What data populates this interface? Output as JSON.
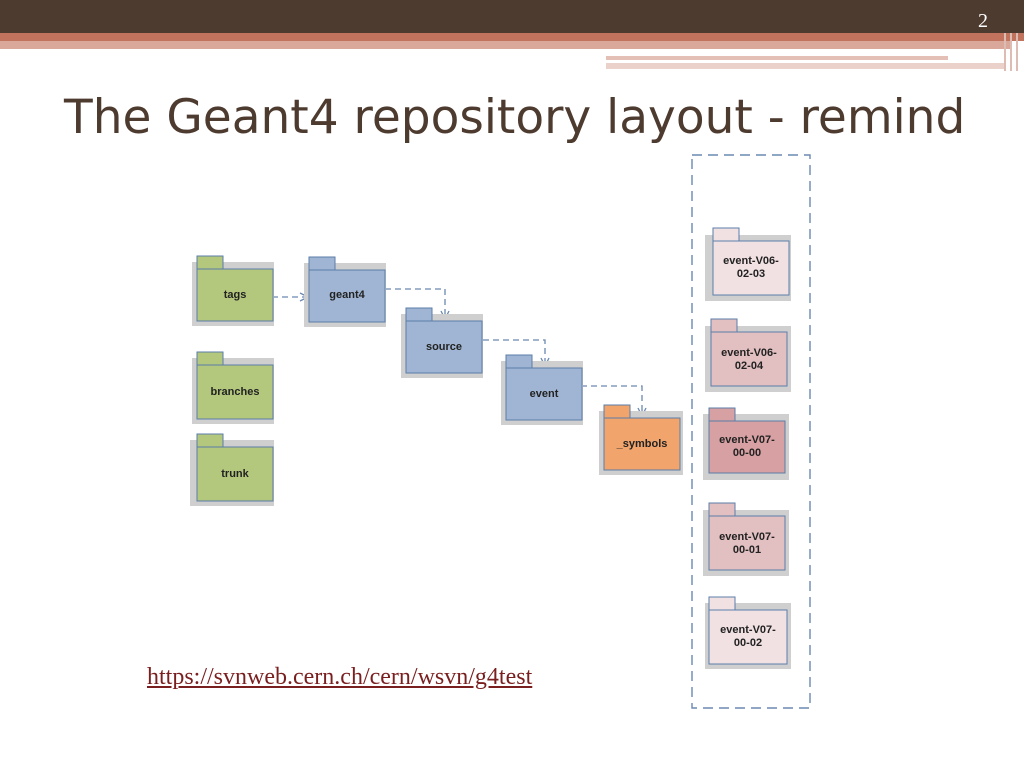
{
  "page_number": "2",
  "title": "The Geant4 repository layout - remind",
  "link_text": "https://svnweb.cern.ch/cern/wsvn/g4test",
  "folders": {
    "tags": "tags",
    "branches": "branches",
    "trunk": "trunk",
    "geant4": "geant4",
    "source": "source",
    "event": "event",
    "symbols": "_symbols",
    "tag1": [
      "event-V06-",
      "02-03"
    ],
    "tag2": [
      "event-V06-",
      "02-04"
    ],
    "tag3": [
      "event-V07-",
      "00-00"
    ],
    "tag4": [
      "event-V07-",
      "00-01"
    ],
    "tag5": [
      "event-V07-",
      "00-02"
    ]
  },
  "colors": {
    "green": "#b3c77d",
    "blue": "#9fb5d3",
    "orange": "#f1a46b",
    "pink_light": "#f1e1e3",
    "pink_mid": "#e2bfc1",
    "pink_dark": "#d7a0a2",
    "accent_brown": "#4e3b30"
  }
}
